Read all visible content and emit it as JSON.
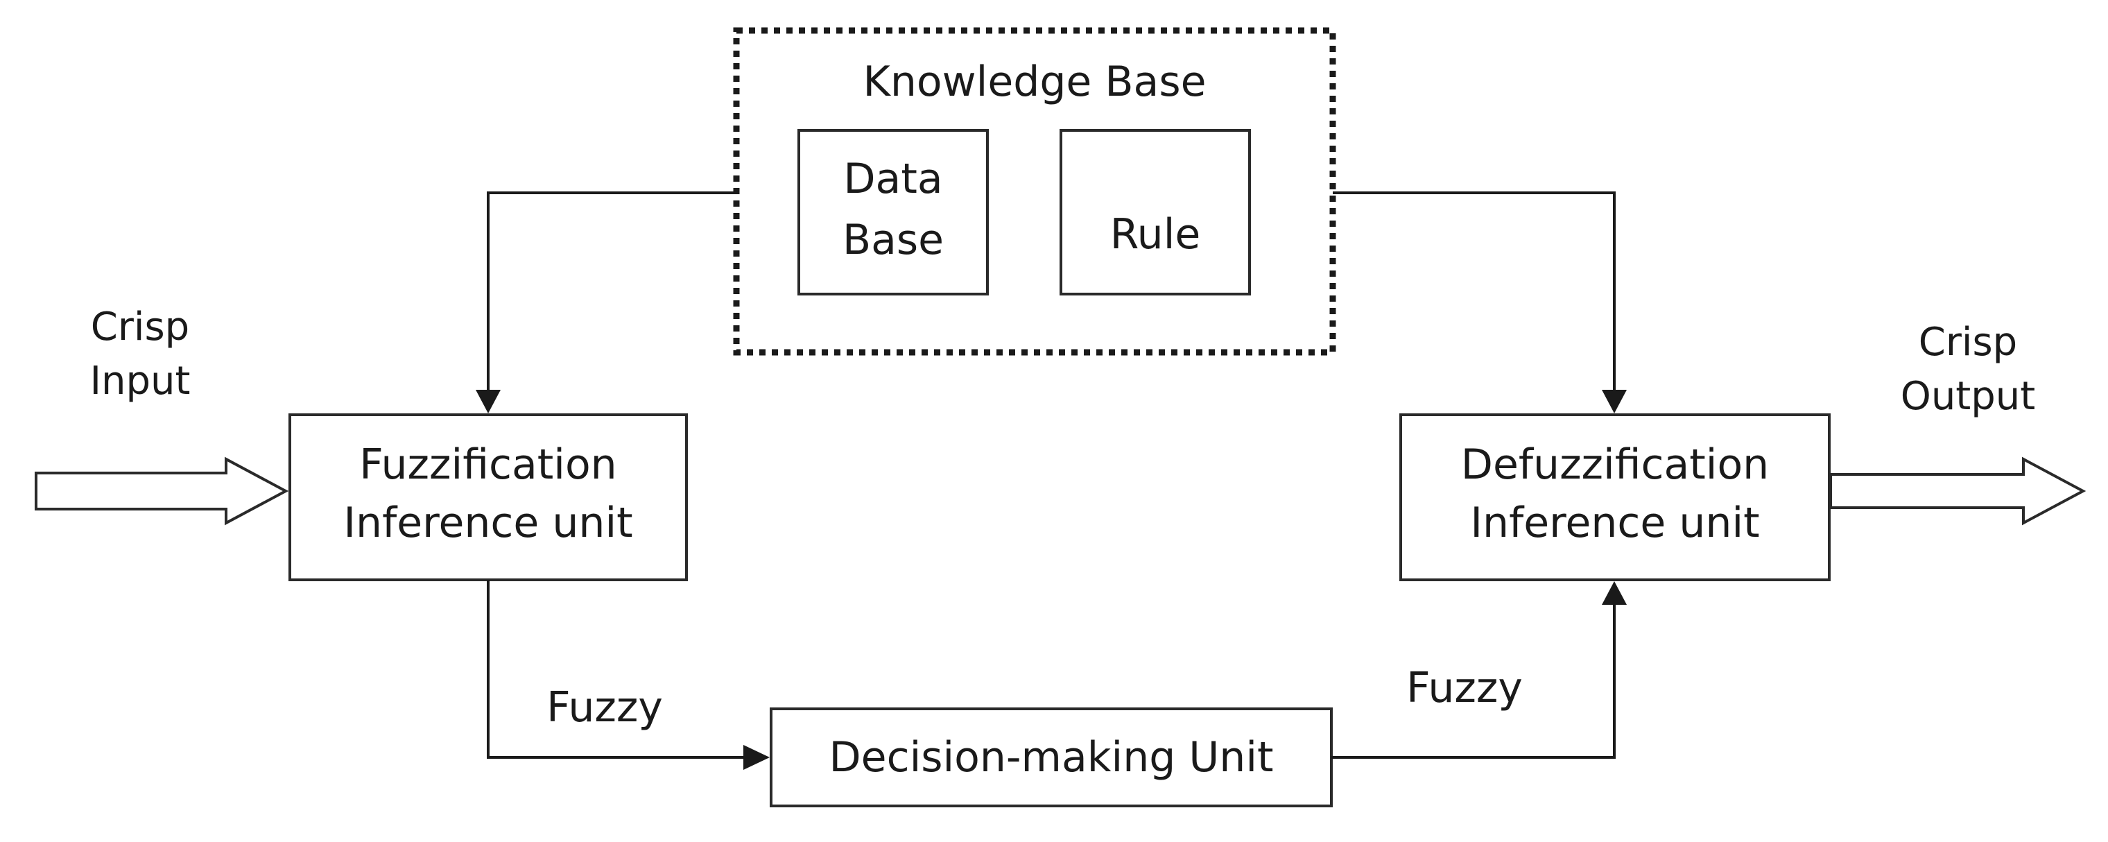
{
  "knowledge_base": {
    "title": "Knowledge Base",
    "data_base_line1": "Data",
    "data_base_line2": "Base",
    "rule": "Rule"
  },
  "crisp_input": {
    "line1": "Crisp",
    "line2": "Input"
  },
  "crisp_output": {
    "line1": "Crisp",
    "line2": "Output"
  },
  "fuzzification": {
    "line1": "Fuzzification",
    "line2": "Inference unit"
  },
  "defuzzification": {
    "line1": "Defuzzification",
    "line2": "Inference unit"
  },
  "decision_unit": {
    "label": "Decision-making Unit"
  },
  "fuzzy_left": "Fuzzy",
  "fuzzy_right": "Fuzzy"
}
